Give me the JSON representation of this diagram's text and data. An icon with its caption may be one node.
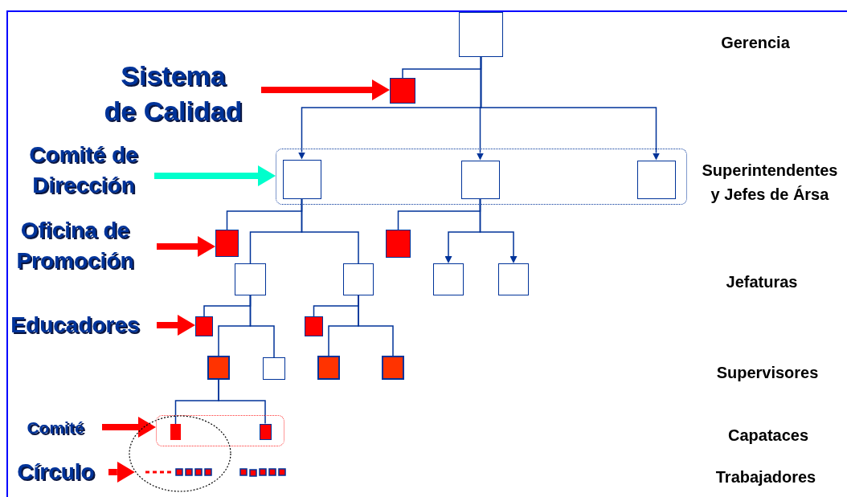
{
  "diagram": {
    "nodes": [
      {
        "text": [],
        "shape": "box"
      },
      {
        "text": [
          "Sistema de Calidad"
        ]
      },
      {
        "text": [],
        "shape": "box"
      },
      {
        "text": [
          "Comité de Dirección"
        ]
      },
      {
        "text": [],
        "shape": "box"
      },
      {
        "text": [],
        "shape": "box",
        "in": 4
      },
      {
        "text": [],
        "shape": "box",
        "in": 4
      },
      {
        "text": [],
        "shape": "box",
        "in": 4
      },
      {
        "text": [
          "Oficina de Promoción"
        ]
      },
      {
        "text": [],
        "shape": "box"
      },
      {
        "text": [],
        "shape": "box"
      },
      {
        "text": [],
        "shape": "box"
      },
      {
        "text": [],
        "shape": "box"
      },
      {
        "text": [],
        "shape": "box"
      },
      {
        "text": [],
        "shape": "box"
      },
      {
        "text": [
          "Educadores"
        ]
      },
      {
        "text": [],
        "shape": "box"
      },
      {
        "text": [],
        "shape": "box"
      },
      {
        "text": [],
        "shape": "box"
      },
      {
        "text": [],
        "shape": "box"
      },
      {
        "text": [],
        "shape": "box"
      },
      {
        "text": [],
        "shape": "box"
      },
      {
        "text": [
          "Comité"
        ]
      },
      {
        "text": [],
        "shape": "box"
      },
      {
        "text": [],
        "shape": "box"
      },
      {
        "text": [],
        "shape": "box",
        "in": 23
      },
      {
        "text": [
          "Círculo"
        ]
      },
      {
        "text": [],
        "shape": "circle"
      }
    ],
    "edges": [
      {
        "from": 0,
        "to": 2,
        "arrow": "none"
      },
      {
        "from": 0,
        "to": 5,
        "arrow": "to"
      },
      {
        "from": 0,
        "to": 6,
        "arrow": "to"
      },
      {
        "from": 0,
        "to": 7,
        "arrow": "to"
      },
      {
        "from": 5,
        "to": 9,
        "arrow": "none"
      },
      {
        "from": 5,
        "to": 10,
        "arrow": "none"
      },
      {
        "from": 5,
        "to": 11,
        "arrow": "none"
      },
      {
        "from": 6,
        "to": 12,
        "arrow": "none"
      },
      {
        "from": 6,
        "to": 13,
        "arrow": "to"
      },
      {
        "from": 6,
        "to": 14,
        "arrow": "to"
      },
      {
        "from": 10,
        "to": 16,
        "arrow": "none"
      },
      {
        "from": 10,
        "to": 18,
        "arrow": "none"
      },
      {
        "from": 10,
        "to": 19,
        "arrow": "none"
      },
      {
        "from": 11,
        "to": 17,
        "arrow": "none"
      },
      {
        "from": 11,
        "to": 20,
        "arrow": "none"
      },
      {
        "from": 11,
        "to": 21,
        "arrow": "none"
      },
      {
        "from": 18,
        "to": 24,
        "arrow": "none"
      },
      {
        "from": 18,
        "to": 25,
        "arrow": "none"
      },
      {
        "from": 1,
        "to": 2,
        "arrow": "to",
        "style": "thick",
        "color": "#ff0000"
      },
      {
        "from": 3,
        "to": 4,
        "arrow": "to",
        "style": "thick",
        "color": "#00ffcc"
      },
      {
        "from": 8,
        "to": 9,
        "arrow": "to",
        "style": "thick",
        "color": "#ff0000"
      },
      {
        "from": 15,
        "to": 16,
        "arrow": "to",
        "style": "thick",
        "color": "#ff0000"
      },
      {
        "from": 22,
        "to": 23,
        "arrow": "to",
        "style": "thick",
        "color": "#ff0000"
      },
      {
        "from": 26,
        "to": 27,
        "arrow": "to",
        "style": "thick",
        "color": "#ff0000"
      }
    ],
    "labels": [
      "Gerencia",
      "Superintendentes y Jefes de Ársa",
      "Jefaturas",
      "Supervisores",
      "Capataces",
      "Trabajadores"
    ]
  }
}
